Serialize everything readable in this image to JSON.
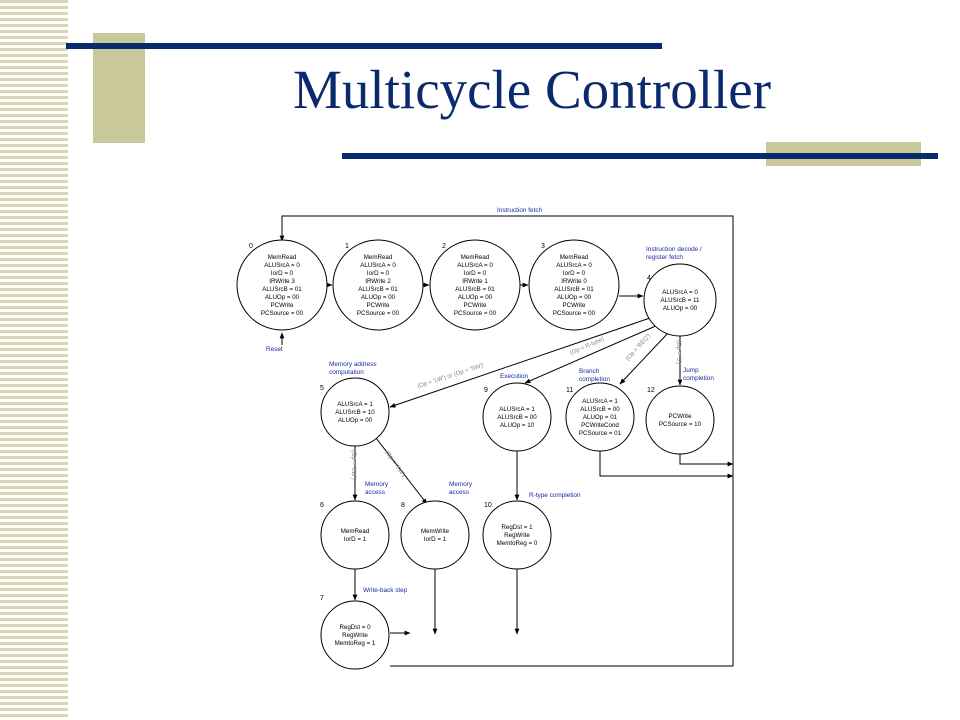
{
  "slide": {
    "title": "Multicycle Controller",
    "colors": {
      "title": "#0a2a6e",
      "bar": "#0a2a6e",
      "accent": "#c8c89a"
    }
  },
  "diagram": {
    "labels": {
      "instruction_fetch": "Instruction fetch",
      "decode": [
        "Instruction decode /",
        "register fetch"
      ],
      "reset": "Reset",
      "mem_addr": [
        "Memory address",
        "computation"
      ],
      "execution": "Execution",
      "branch": [
        "Branch",
        "completion"
      ],
      "jump": [
        "Jump",
        "completion"
      ],
      "mem_access_a": [
        "Memory",
        "access"
      ],
      "mem_access_b": [
        "Memory",
        "access"
      ],
      "rtype": "R-type completion",
      "writeback": "Write-back step"
    },
    "conditions": {
      "lw_sw": "(Op = 'LW') or (Op = 'SW')",
      "rtype": "(Op = R-type)",
      "beq": "(Op = 'BEQ')",
      "jump": "(Op = 'J')",
      "lw": "(Op = 'LW')",
      "sw": "(Op = 'SW')"
    },
    "states": [
      {
        "num": "0",
        "lines": [
          "MemRead",
          "ALUSrcA = 0",
          "IorD = 0",
          "IRWrite 3",
          "ALUSrcB = 01",
          "ALUOp = 00",
          "PCWrite",
          "PCSource = 00"
        ]
      },
      {
        "num": "1",
        "lines": [
          "MemRead",
          "ALUSrcA = 0",
          "IorD = 0",
          "IRWrite 2",
          "ALUSrcB = 01",
          "ALUOp = 00",
          "PCWrite",
          "PCSource = 00"
        ]
      },
      {
        "num": "2",
        "lines": [
          "MemRead",
          "ALUSrcA = 0",
          "IorD = 0",
          "IRWrite 1",
          "ALUSrcB = 01",
          "ALUOp = 00",
          "PCWrite",
          "PCSource = 00"
        ]
      },
      {
        "num": "3",
        "lines": [
          "MemRead",
          "ALUSrcA = 0",
          "IorD = 0",
          "IRWrite 0",
          "ALUSrcB = 01",
          "ALUOp = 00",
          "PCWrite",
          "PCSource = 00"
        ]
      },
      {
        "num": "4",
        "lines": [
          "ALUSrcA = 0",
          "ALUSrcB = 11",
          "ALUOp = 00"
        ]
      },
      {
        "num": "5",
        "lines": [
          "ALUSrcA = 1",
          "ALUSrcB = 10",
          "ALUOp = 00"
        ]
      },
      {
        "num": "9",
        "lines": [
          "ALUSrcA = 1",
          "ALUSrcB = 00",
          "ALUOp = 10"
        ]
      },
      {
        "num": "11",
        "lines": [
          "ALUSrcA = 1",
          "ALUSrcB = 00",
          "ALUOp = 01",
          "PCWriteCond",
          "PCSource = 01"
        ]
      },
      {
        "num": "12",
        "lines": [
          "PCWrite",
          "PCSource = 10"
        ]
      },
      {
        "num": "6",
        "lines": [
          "MemRead",
          "IorD = 1"
        ]
      },
      {
        "num": "8",
        "lines": [
          "MemWrite",
          "IorD = 1"
        ]
      },
      {
        "num": "10",
        "lines": [
          "RegDst = 1",
          "RegWrite",
          "MemtoReg = 0"
        ]
      },
      {
        "num": "7",
        "lines": [
          "RegDst = 0",
          "RegWrite",
          "MemtoReg = 1"
        ]
      }
    ]
  }
}
